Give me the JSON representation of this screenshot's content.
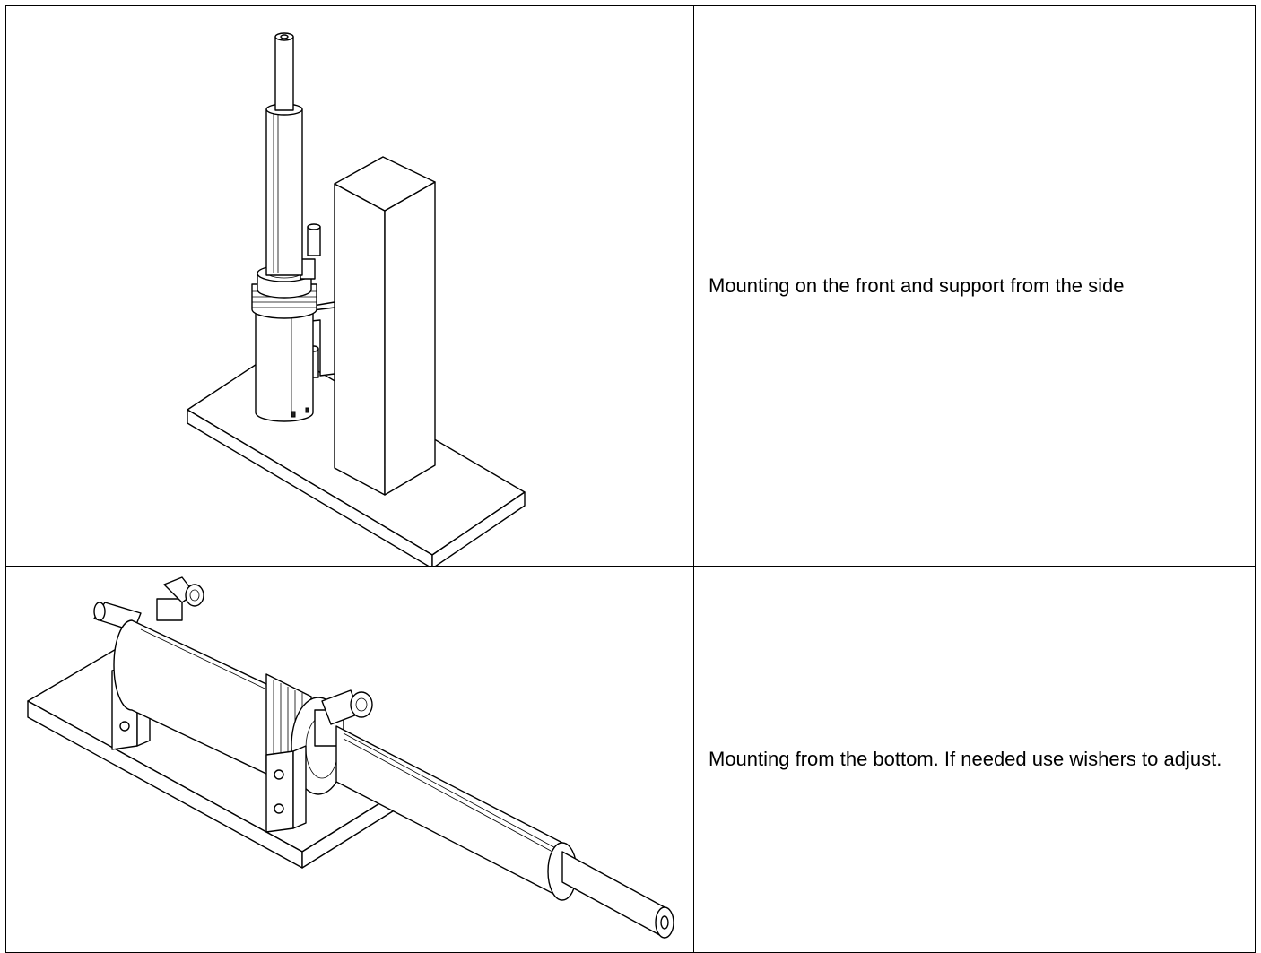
{
  "rows": [
    {
      "figure_icon": "vertical-cylinder-mount-drawing",
      "text": "Mounting on the front and support from the side"
    },
    {
      "figure_icon": "horizontal-cylinder-mount-drawing",
      "text": "Mounting from the bottom. If needed use wishers to adjust."
    }
  ]
}
